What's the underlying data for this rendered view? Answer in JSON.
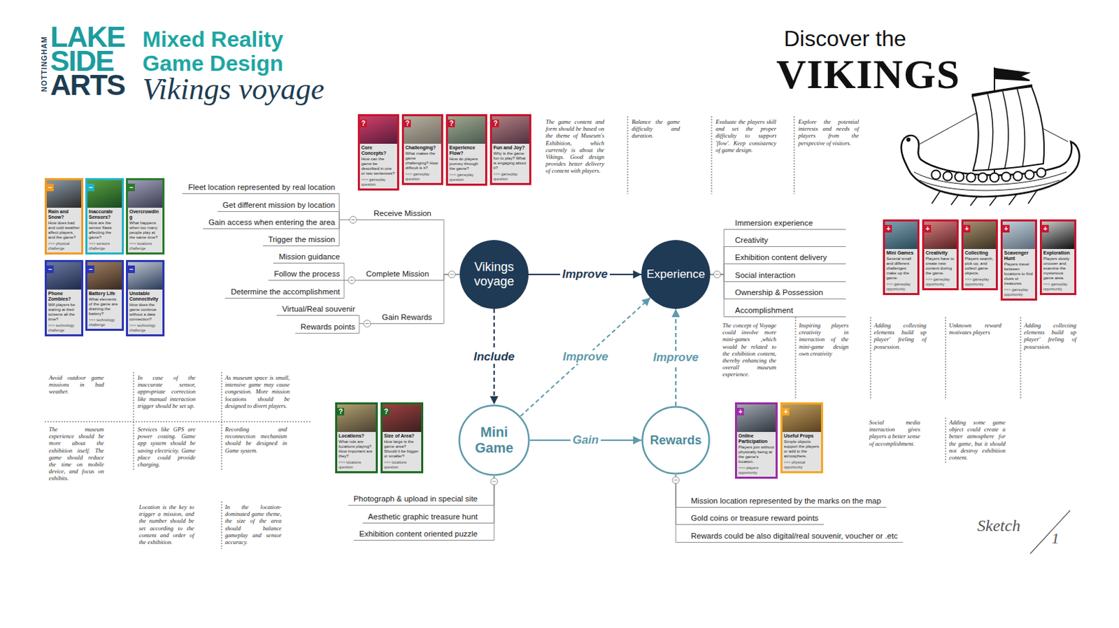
{
  "diagram": {
    "title": "Mixed Reality Game Design",
    "nodes": [
      {
        "text": [
          "Vikings voyage"
        ]
      },
      {
        "text": [
          "Experience"
        ]
      },
      {
        "text": [
          "Mini Game"
        ]
      },
      {
        "text": [
          "Rewards"
        ]
      },
      {
        "text": [
          "Receive Mission"
        ]
      },
      {
        "text": [
          "Complete Mission"
        ]
      },
      {
        "text": [
          "Gain Rewards"
        ]
      },
      {
        "text": [
          "Fleet location represented by real location"
        ]
      },
      {
        "text": [
          "Get different mission by location"
        ]
      },
      {
        "text": [
          "Gain access when entering the area"
        ]
      },
      {
        "text": [
          "Trigger the mission"
        ]
      },
      {
        "text": [
          "Mission guidance"
        ]
      },
      {
        "text": [
          "Follow the process"
        ]
      },
      {
        "text": [
          "Determine the accomplishment"
        ]
      },
      {
        "text": [
          "Virtual/Real souvenir"
        ]
      },
      {
        "text": [
          "Rewards points"
        ]
      },
      {
        "text": [
          "Immersion experience"
        ]
      },
      {
        "text": [
          "Creativity"
        ]
      },
      {
        "text": [
          "Exhibition content delivery"
        ]
      },
      {
        "text": [
          "Social interaction"
        ]
      },
      {
        "text": [
          "Ownership & Possession"
        ]
      },
      {
        "text": [
          "Accomplishment"
        ]
      },
      {
        "text": [
          "Photograph & upload in special site"
        ]
      },
      {
        "text": [
          "Aesthetic graphic treasure hunt"
        ]
      },
      {
        "text": [
          "Exhibition content oriented puzzle"
        ]
      },
      {
        "text": [
          "Mission location represented by the marks on the map"
        ]
      },
      {
        "text": [
          "Gold coins or treasure reward points"
        ]
      },
      {
        "text": [
          "Rewards could be also digital/real souvenir, voucher or .etc"
        ]
      },
      {
        "text": [
          "?",
          "Core Concepts?",
          "How can the game be described in one or two sentences?",
          ">>> gameplay question"
        ]
      },
      {
        "text": [
          "?",
          "Challenging?",
          "What makes the game challenging? How difficult is it?",
          ">>> gameplay question"
        ]
      },
      {
        "text": [
          "?",
          "Experience Flow?",
          "How do players journey through the game?",
          ">>> gameplay question"
        ]
      },
      {
        "text": [
          "?",
          "Fun and Joy?",
          "Why is the game fun to play? What is engaging about it?",
          ">>> gameplay question"
        ]
      },
      {
        "text": [
          "−",
          "Rain and Snow?",
          "How does bad and cold weather affect players, and the game?",
          ">>> physical challenge"
        ]
      },
      {
        "text": [
          "−",
          "Inaccurate Sensors?",
          "How are the sensor flaws affecting the game?",
          ">>> sensors challenge"
        ]
      },
      {
        "text": [
          "−",
          "Overcrowding",
          "What happens when too many people play at the same time?",
          ">>> locations challenge"
        ]
      },
      {
        "text": [
          "−",
          "Phone Zombies?",
          "Will players be staring at their screens all the time?",
          ">>> technology challenge"
        ]
      },
      {
        "text": [
          "−",
          "Battery Life",
          "What elements of the game are draining the battery?",
          ">>> technology challenge"
        ]
      },
      {
        "text": [
          "−",
          "Unstable Connectivity",
          "How does the game continue without a data connection?",
          ">>> technology challenge"
        ]
      },
      {
        "text": [
          "+",
          "Mini Games",
          "Several small and different challenges make up the game.",
          ">>> gameplay opportunity"
        ]
      },
      {
        "text": [
          "+",
          "Creativity",
          "Players have to create new content during the game.",
          ">>> gameplay opportunity"
        ]
      },
      {
        "text": [
          "+",
          "Collecting",
          "Players search, pick up, and collect game objects.",
          ">>> gameplay opportunity"
        ]
      },
      {
        "text": [
          "+",
          "Scavenger Hunt",
          "Players travel between locations to find clues or treasures.",
          ">>> gameplay opportunity"
        ]
      },
      {
        "text": [
          "+",
          "Exploration",
          "Players slowly uncover and examine the mysterious game area.",
          ">>> gameplay opportunity"
        ]
      },
      {
        "text": [
          "?",
          "Locations?",
          "What role are locations playing? How important are they?",
          ">>> locations question"
        ]
      },
      {
        "text": [
          "?",
          "Size of Area?",
          "How large is the game area? Should it be bigger or smaller?",
          ">>> locations question"
        ]
      },
      {
        "text": [
          "+",
          "Online Participation",
          "Players join without physically being at the game's location.",
          ">>> players opportunity"
        ]
      },
      {
        "text": [
          "+",
          "Useful Props",
          "Simple objects support the players or add to the atmosphere.",
          ">>> physical opportunity"
        ]
      }
    ],
    "edges": [
      {
        "from": 0,
        "to": 1,
        "arrow": "to",
        "label": "Improve"
      },
      {
        "from": 0,
        "to": 2,
        "arrow": "to",
        "label": "Include"
      },
      {
        "from": 2,
        "to": 1,
        "arrow": "to",
        "label": "Improve"
      },
      {
        "from": 3,
        "to": 1,
        "arrow": "to",
        "label": "Improve"
      },
      {
        "from": 2,
        "to": 3,
        "arrow": "to",
        "label": "Gain"
      },
      {
        "from": 0,
        "to": 4,
        "arrow": "none"
      },
      {
        "from": 0,
        "to": 5,
        "arrow": "none"
      },
      {
        "from": 0,
        "to": 6,
        "arrow": "none"
      },
      {
        "from": 4,
        "to": 7,
        "arrow": "none"
      },
      {
        "from": 4,
        "to": 8,
        "arrow": "none"
      },
      {
        "from": 4,
        "to": 9,
        "arrow": "none"
      },
      {
        "from": 4,
        "to": 10,
        "arrow": "none"
      },
      {
        "from": 5,
        "to": 11,
        "arrow": "none"
      },
      {
        "from": 5,
        "to": 12,
        "arrow": "none"
      },
      {
        "from": 5,
        "to": 13,
        "arrow": "none"
      },
      {
        "from": 6,
        "to": 14,
        "arrow": "none"
      },
      {
        "from": 6,
        "to": 15,
        "arrow": "none"
      },
      {
        "from": 1,
        "to": 16,
        "arrow": "none"
      },
      {
        "from": 1,
        "to": 17,
        "arrow": "none"
      },
      {
        "from": 1,
        "to": 18,
        "arrow": "none"
      },
      {
        "from": 1,
        "to": 19,
        "arrow": "none"
      },
      {
        "from": 1,
        "to": 20,
        "arrow": "none"
      },
      {
        "from": 1,
        "to": 21,
        "arrow": "none"
      },
      {
        "from": 2,
        "to": 22,
        "arrow": "none"
      },
      {
        "from": 2,
        "to": 23,
        "arrow": "none"
      },
      {
        "from": 2,
        "to": 24,
        "arrow": "none"
      },
      {
        "from": 3,
        "to": 25,
        "arrow": "none"
      },
      {
        "from": 3,
        "to": 26,
        "arrow": "none"
      },
      {
        "from": 3,
        "to": 27,
        "arrow": "none"
      }
    ],
    "labels": [
      "NOTTINGHAM",
      "LAKE",
      "SIDE",
      "ARTS",
      "Vikings voyage",
      "Discover the",
      "VIKINGS",
      "The game content and form should be based on the theme of Museum's Exhibition, which currently is about the Vikings. Good design provides better delivery of content with players.",
      "Balance the game difficulty and duration.",
      "Evaluate the players skill and set the proper difficulty to support 'flow'. Keep consistency of game design.",
      "Explore the potential interests and needs of players from the perspective of visitors.",
      "Avoid outdoor game missions in bad weather.",
      "In case of the inaccurate sensor, appropriate correction like manual interaction trigger should be set up.",
      "As museum space is small, intensive game may cause congestion. More mission locations should be designed to divert players.",
      "The museum experience should be more about the exhibition itself. The game should reduce the time on mobile device, and focus on exhibits.",
      "Services like GPS are power costing. Game app system should be saving electricity. Game place could provide charging.",
      "Recording and reconnection mechanism should be designed in Game system.",
      "Location is the key to trigger a mission, and the number should be set according to the content and order of the exhibition.",
      "In the location-dominated game theme, the size of the area should balance gameplay and sensor accuracy.",
      "The concept of Voyage could involve more mini-games ,which would be related to the exhibition content, thereby enhancing the overall museum experience.",
      "Inspiring players creativity in interaction of the mini-game design own creativity",
      "Adding collecting elements build up player' feeling of possession.",
      "Unknown reward motivates players",
      "Adding collecting elements build up player' feeling of possession.",
      "Social media interaction gives players a better sense of accomplishment.",
      "Adding some game object could create a better atmosphere for the game, but it should not destroy exhibition content.",
      "Sketch",
      "1"
    ]
  }
}
